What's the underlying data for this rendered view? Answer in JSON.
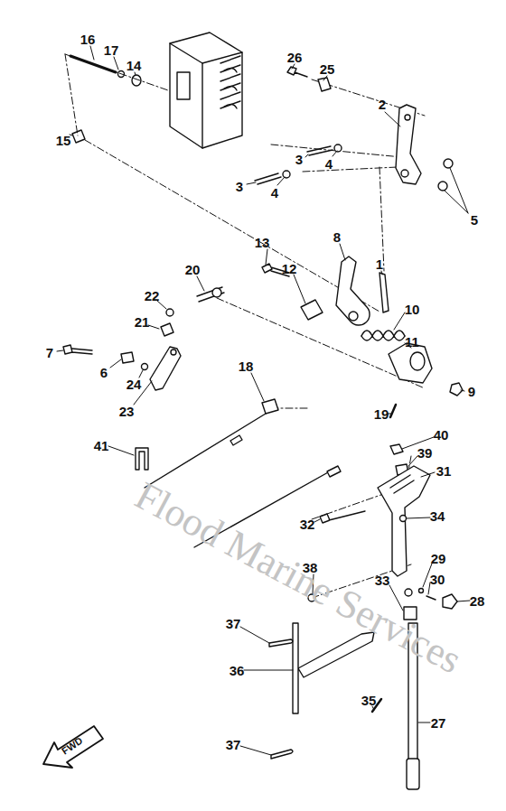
{
  "diagram": {
    "labels": [
      "16",
      "17",
      "14",
      "15",
      "26",
      "25",
      "2",
      "3",
      "4",
      "3",
      "4",
      "5",
      "13",
      "8",
      "1",
      "12",
      "10",
      "11",
      "9",
      "19",
      "20",
      "22",
      "21",
      "7",
      "6",
      "24",
      "23",
      "18",
      "41",
      "40",
      "39",
      "31",
      "32",
      "34",
      "29",
      "30",
      "28",
      "33",
      "38",
      "37",
      "36",
      "35",
      "37",
      "27",
      "FWD",
      "Flood Marine Services"
    ]
  }
}
